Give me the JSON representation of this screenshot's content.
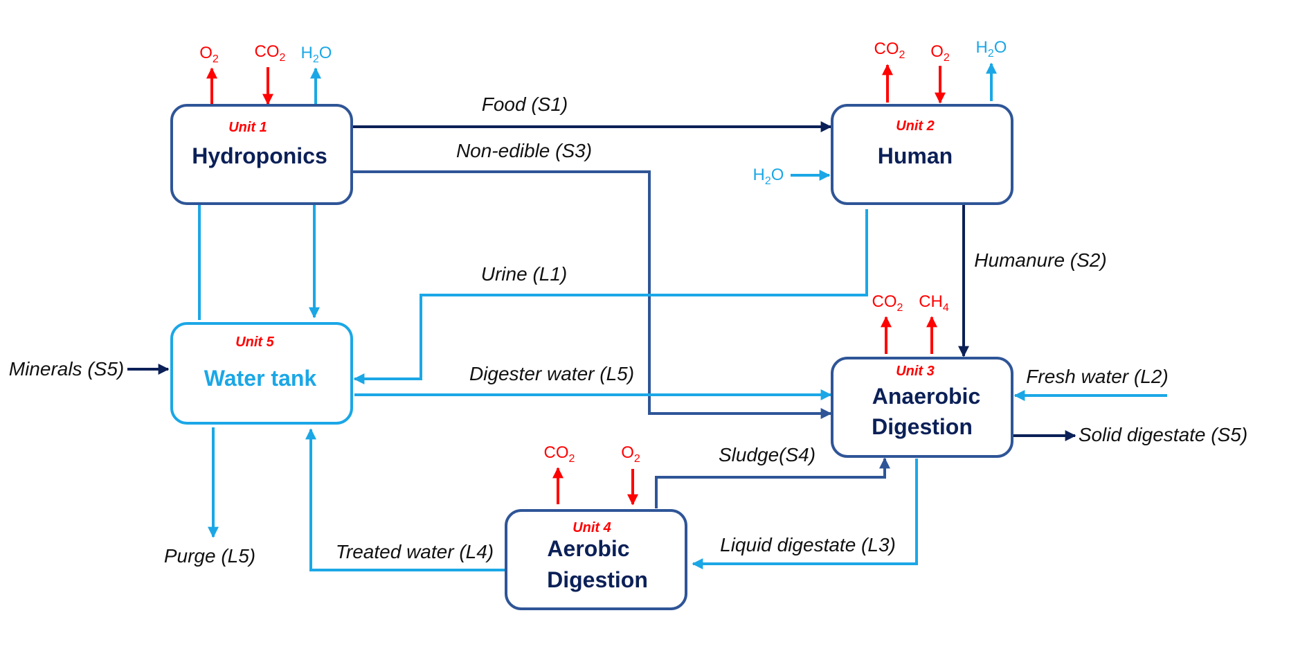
{
  "colors": {
    "dark_navy": "#0b2057",
    "mid_blue": "#2f5597",
    "light_blue": "#1ba7e6",
    "red": "#ff0000",
    "text": "#111111"
  },
  "units": [
    {
      "id": "unit1",
      "label": "Unit 1",
      "name_lines": [
        "Hydroponics"
      ]
    },
    {
      "id": "unit2",
      "label": "Unit 2",
      "name_lines": [
        "Human"
      ]
    },
    {
      "id": "unit3",
      "label": "Unit 3",
      "name_lines": [
        "Anaerobic",
        "Digestion"
      ]
    },
    {
      "id": "unit4",
      "label": "Unit 4",
      "name_lines": [
        "Aerobic",
        "Digestion"
      ]
    },
    {
      "id": "unit5",
      "label": "Unit 5",
      "name_lines": [
        "Water tank"
      ]
    }
  ],
  "flows": {
    "food": "Food (S1)",
    "non_edible": "Non-edible (S3)",
    "humanure": "Humanure (S2)",
    "urine": "Urine (L1)",
    "minerals": "Minerals (S5)",
    "digester_water": "Digester water (L5)",
    "fresh_water": "Fresh water (L2)",
    "solid_digestate": "Solid digestate (S5)",
    "sludge": "Sludge(S4)",
    "liquid_digestate": "Liquid digestate (L3)",
    "treated_water": "Treated water (L4)",
    "purge": "Purge (L5)"
  },
  "gases": {
    "unit1": [
      {
        "base": "O",
        "sub": "2",
        "direction": "out",
        "color": "red"
      },
      {
        "base": "CO",
        "sub": "2",
        "direction": "in",
        "color": "red"
      },
      {
        "base": "H",
        "sub": "2",
        "tail": "O",
        "direction": "out",
        "color": "light_blue"
      }
    ],
    "unit2": [
      {
        "base": "CO",
        "sub": "2",
        "direction": "out",
        "color": "red"
      },
      {
        "base": "O",
        "sub": "2",
        "direction": "in",
        "color": "red"
      },
      {
        "base": "H",
        "sub": "2",
        "tail": "O",
        "direction": "out",
        "color": "light_blue"
      },
      {
        "base": "H",
        "sub": "2",
        "tail": "O",
        "direction": "in",
        "color": "light_blue"
      }
    ],
    "unit3": [
      {
        "base": "CO",
        "sub": "2",
        "direction": "out",
        "color": "red"
      },
      {
        "base": "CH",
        "sub": "4",
        "direction": "out",
        "color": "red"
      }
    ],
    "unit4": [
      {
        "base": "CO",
        "sub": "2",
        "direction": "out",
        "color": "red"
      },
      {
        "base": "O",
        "sub": "2",
        "direction": "in",
        "color": "red"
      }
    ]
  }
}
